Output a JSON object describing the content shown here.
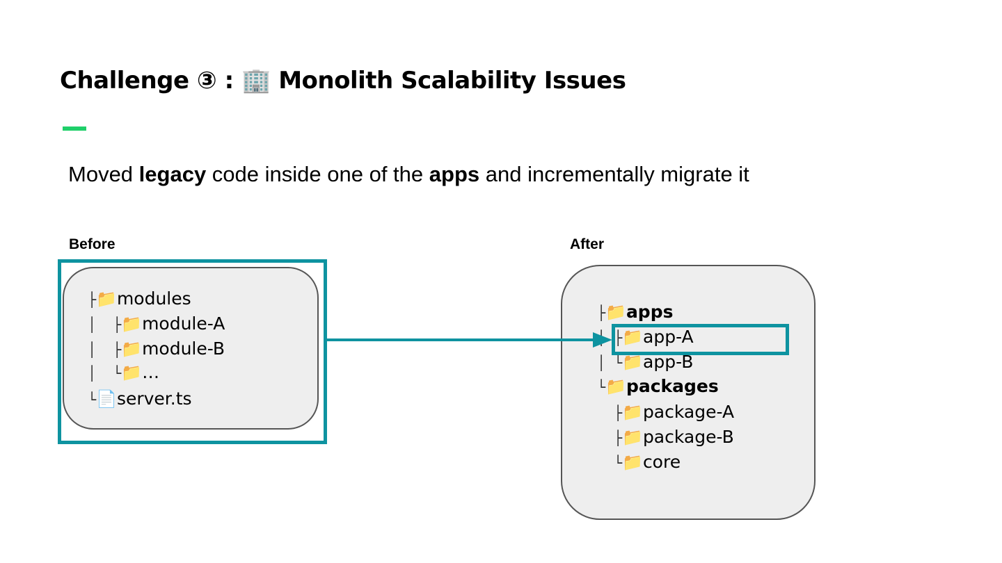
{
  "slide": {
    "title_prefix": "Challenge",
    "title_number": "③",
    "title_sep": ":",
    "title_icon": "🏢",
    "title_text": "Monolith Scalability Issues",
    "subtitle": {
      "p1": "Moved ",
      "b1": "legacy",
      "p2": " code inside one of the ",
      "b2": "apps",
      "p3": " and incrementally migrate it"
    },
    "accent_color": "#1fcf6a",
    "highlight_color": "#0e93a0"
  },
  "before": {
    "label": "Before",
    "tree": [
      {
        "connector": "├",
        "icon": "📁",
        "icon_name": "folder-icon",
        "label": "modules"
      },
      {
        "connector": "│  ├",
        "icon": "📁",
        "icon_name": "folder-icon",
        "label": "module-A"
      },
      {
        "connector": "│  ├",
        "icon": "📁",
        "icon_name": "folder-icon",
        "label": "module-B"
      },
      {
        "connector": "│  └",
        "icon": "📁",
        "icon_name": "folder-icon",
        "label": "…"
      },
      {
        "connector": "└",
        "icon": "📄",
        "icon_name": "file-icon",
        "label": "server.ts"
      }
    ]
  },
  "after": {
    "label": "After",
    "tree": [
      {
        "connector": "├",
        "icon": "📁",
        "icon_name": "folder-icon",
        "label": "apps"
      },
      {
        "connector": "│ ├",
        "icon": "📁",
        "icon_name": "folder-icon",
        "label": "app-A"
      },
      {
        "connector": "│ └",
        "icon": "📁",
        "icon_name": "folder-icon",
        "label": "app-B"
      },
      {
        "connector": "└",
        "icon": "📁",
        "icon_name": "folder-icon",
        "label": "packages"
      },
      {
        "connector": "├",
        "icon": "📁",
        "icon_name": "folder-icon",
        "label": "package-A"
      },
      {
        "connector": "├",
        "icon": "📁",
        "icon_name": "folder-icon",
        "label": "package-B"
      },
      {
        "connector": "└",
        "icon": "📁",
        "icon_name": "folder-icon",
        "label": "core"
      }
    ]
  }
}
